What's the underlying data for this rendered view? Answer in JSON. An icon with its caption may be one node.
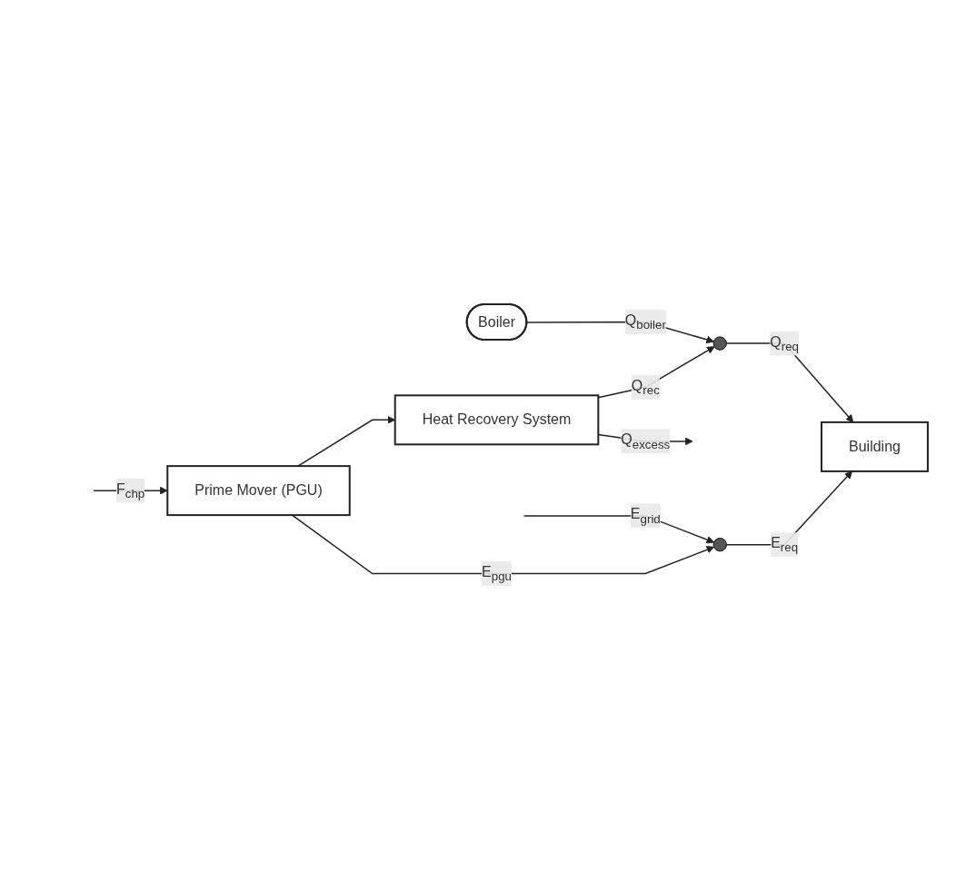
{
  "diagram": {
    "nodes": [
      {
        "text": [
          "Boiler"
        ]
      },
      {
        "text": [],
        "shape": "circle"
      },
      {
        "text": [
          "Building"
        ]
      },
      {
        "text": [
          "Heat Recovery System"
        ]
      },
      {
        "text": [
          "Prime Mover (PGU)"
        ]
      },
      {
        "text": [],
        "shape": "circle"
      }
    ],
    "edges": [
      {
        "from": 0,
        "to": 1,
        "arrow": "to",
        "label": "Q$_{boiler}$"
      },
      {
        "from": 1,
        "to": 2,
        "arrow": "to",
        "label": "Q$_{req}$"
      },
      {
        "from": 3,
        "to": 1,
        "arrow": "to",
        "label": "Q$_{rec}$"
      },
      {
        "from": 3,
        "to": null,
        "arrow": "to",
        "label": "Q$_{excess}$"
      },
      {
        "from": 4,
        "to": 3,
        "arrow": "to"
      },
      {
        "from": null,
        "to": 4,
        "arrow": "to",
        "label": "F$_{chp}$"
      },
      {
        "from": 4,
        "to": 5,
        "arrow": "to",
        "label": "E$_{pgu}$"
      },
      {
        "from": 5,
        "to": 2,
        "arrow": "to",
        "label": "E$_{req}$"
      },
      {
        "from": null,
        "to": 5,
        "arrow": "to",
        "label": "E$_{grid}$"
      }
    ]
  }
}
